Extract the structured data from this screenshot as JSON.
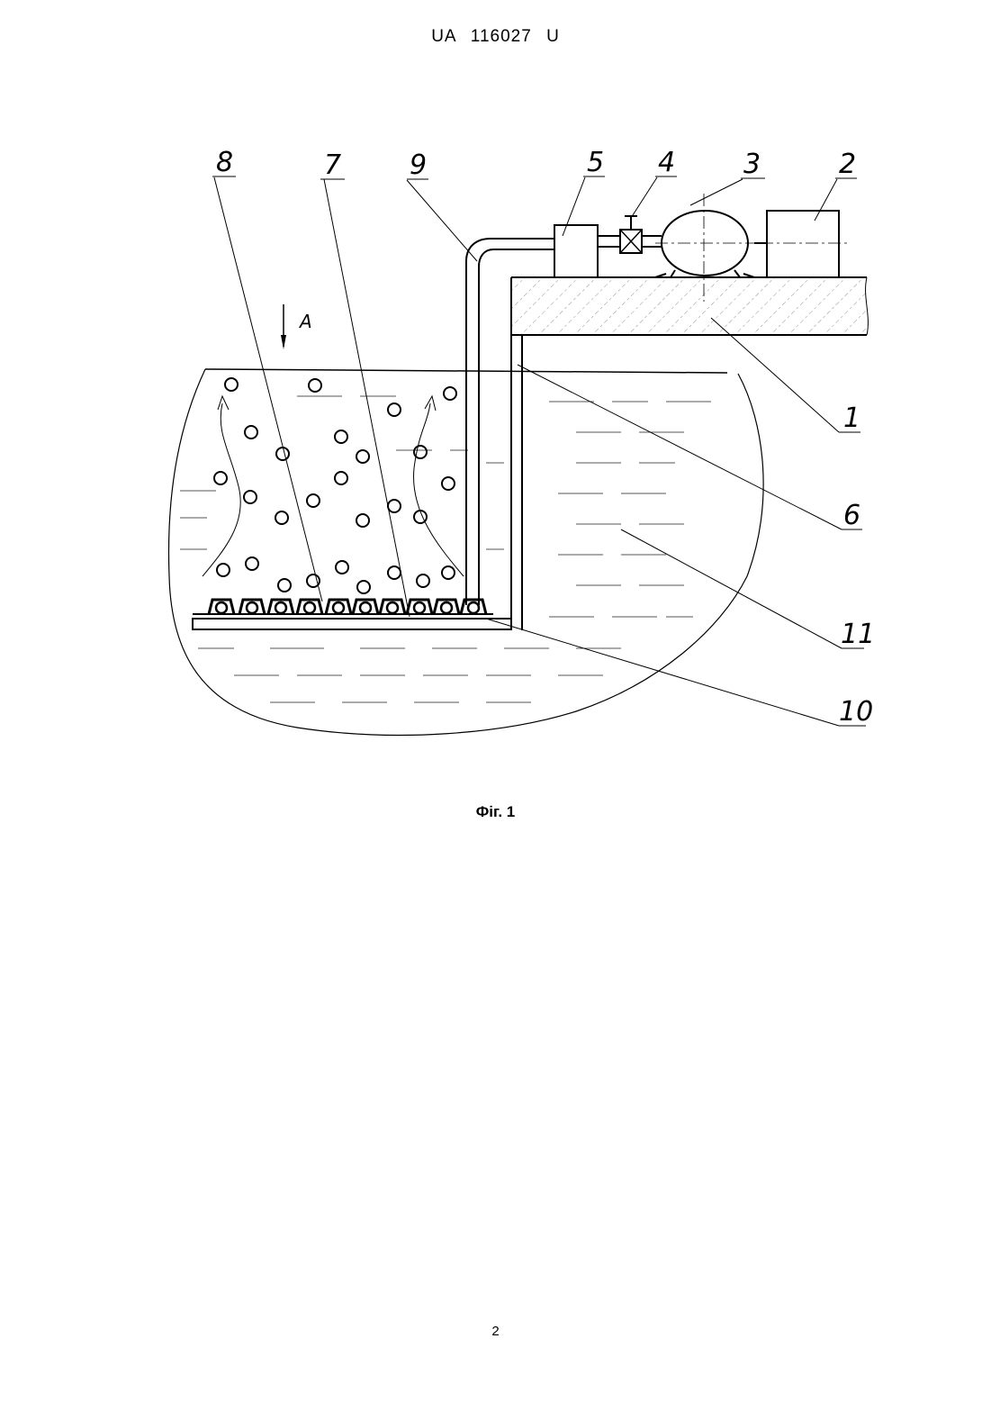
{
  "header": {
    "patent_number": "UA   116027   U"
  },
  "figure": {
    "labels": {
      "l1": "1",
      "l2": "2",
      "l3": "3",
      "l4": "4",
      "l5": "5",
      "l6": "6",
      "l7": "7",
      "l8": "8",
      "l9": "9",
      "l10": "10",
      "l11": "11",
      "view_a": "A"
    },
    "caption": "Фіг. 1"
  },
  "footer": {
    "page_number": "2"
  }
}
